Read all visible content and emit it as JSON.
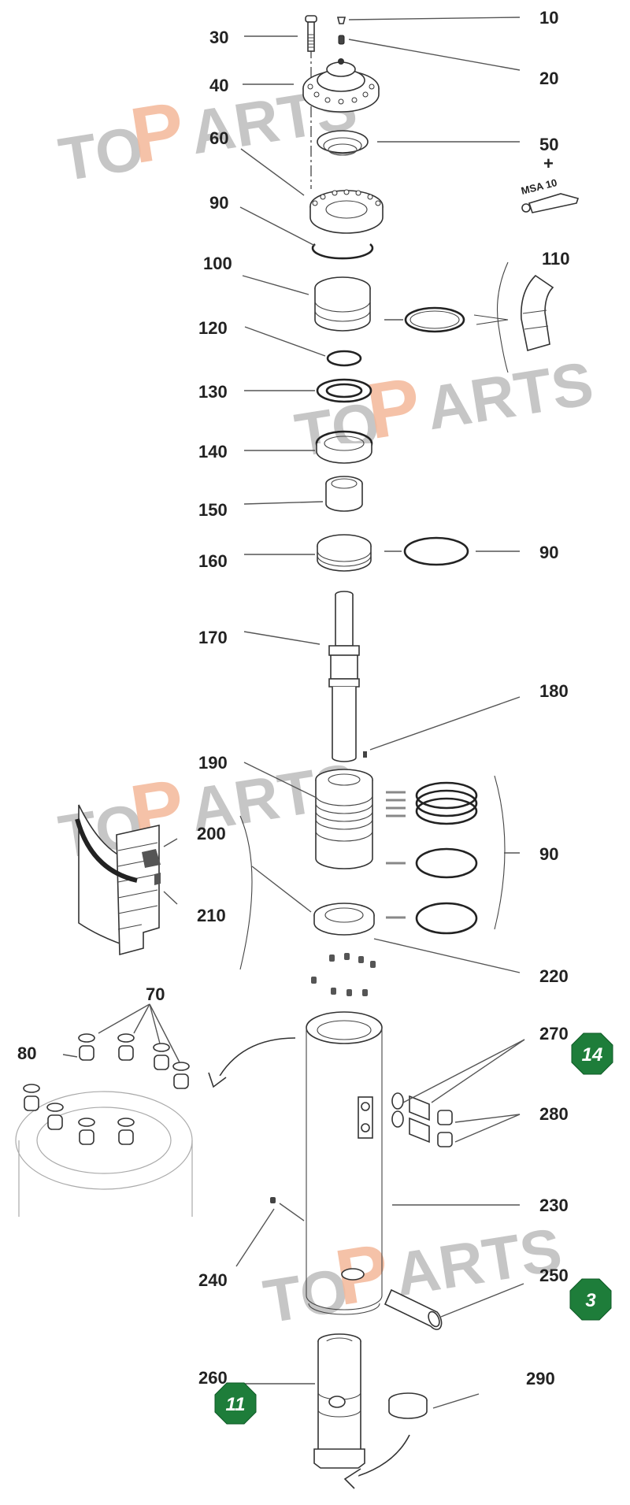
{
  "diagram": {
    "type": "exploded-parts-diagram",
    "watermark": {
      "prefix": "TO",
      "highlight": "P",
      "suffix": "ARTS",
      "highlight_color": "#f4b89a",
      "text_color": "#b9b9b9"
    },
    "badge_color": "#1e7d3a",
    "callouts": [
      {
        "id": "10",
        "label": "10"
      },
      {
        "id": "20",
        "label": "20"
      },
      {
        "id": "30",
        "label": "30"
      },
      {
        "id": "40",
        "label": "40"
      },
      {
        "id": "50",
        "label": "50"
      },
      {
        "id": "60",
        "label": "60"
      },
      {
        "id": "70",
        "label": "70"
      },
      {
        "id": "80",
        "label": "80"
      },
      {
        "id": "90a",
        "label": "90"
      },
      {
        "id": "90b",
        "label": "90"
      },
      {
        "id": "90c",
        "label": "90"
      },
      {
        "id": "100",
        "label": "100"
      },
      {
        "id": "110",
        "label": "110"
      },
      {
        "id": "120",
        "label": "120"
      },
      {
        "id": "130",
        "label": "130"
      },
      {
        "id": "140",
        "label": "140"
      },
      {
        "id": "150",
        "label": "150"
      },
      {
        "id": "160",
        "label": "160"
      },
      {
        "id": "170",
        "label": "170"
      },
      {
        "id": "180",
        "label": "180"
      },
      {
        "id": "190",
        "label": "190"
      },
      {
        "id": "200",
        "label": "200"
      },
      {
        "id": "210",
        "label": "210"
      },
      {
        "id": "220",
        "label": "220"
      },
      {
        "id": "230",
        "label": "230"
      },
      {
        "id": "240",
        "label": "240"
      },
      {
        "id": "250",
        "label": "250"
      },
      {
        "id": "260",
        "label": "260"
      },
      {
        "id": "270",
        "label": "270"
      },
      {
        "id": "280",
        "label": "280"
      },
      {
        "id": "290",
        "label": "290"
      }
    ],
    "plus_sign": "+",
    "grease_tube_label": "MSA 10",
    "badges": [
      {
        "for": "270",
        "value": "14"
      },
      {
        "for": "250",
        "value": "3"
      },
      {
        "for": "260",
        "value": "11"
      }
    ]
  }
}
